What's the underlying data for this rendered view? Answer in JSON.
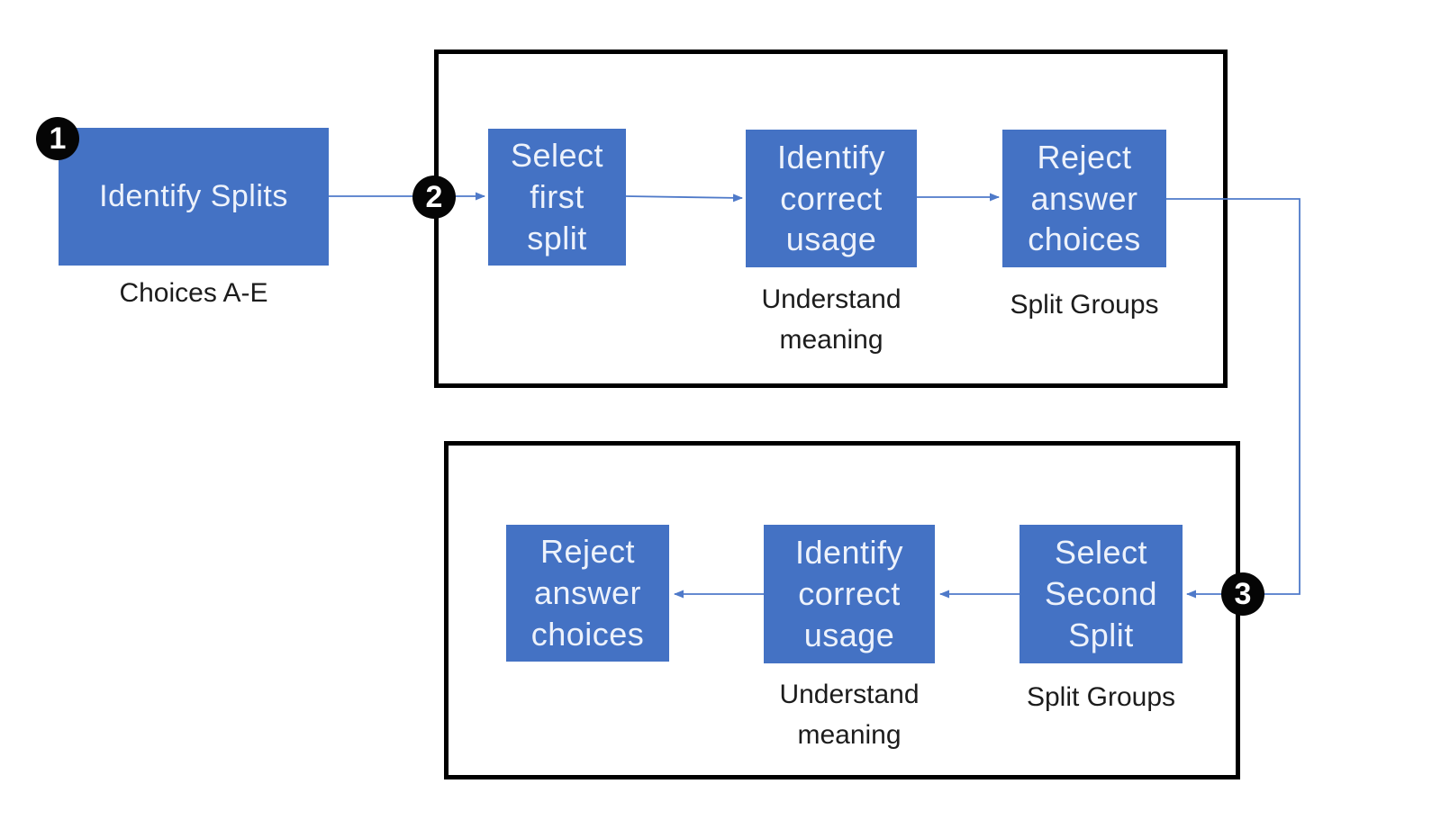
{
  "palette": {
    "box_blue": "#4472C4",
    "box_text": "#EDF2FB",
    "caption_text": "#1C1C1C",
    "connector_blue": "#4F7AC9",
    "frame_border": "#000000",
    "badge_bg": "#050505",
    "badge_text": "#FFFFFF",
    "canvas_bg": "#FFFFFF"
  },
  "flow": {
    "start": {
      "badge": "1",
      "box": "Identify Splits",
      "caption": "Choices A-E"
    },
    "first_split_group": {
      "badge": "2",
      "steps": [
        {
          "box": "Select\nfirst\nsplit",
          "caption": ""
        },
        {
          "box": "Identify\ncorrect\nusage",
          "caption": "Understand\nmeaning"
        },
        {
          "box": "Reject\nanswer\nchoices",
          "caption": "Split Groups"
        }
      ]
    },
    "second_split_group": {
      "badge": "3",
      "steps": [
        {
          "box": "Reject\nanswer\nchoices",
          "caption": ""
        },
        {
          "box": "Identify\ncorrect\nusage",
          "caption": "Understand\nmeaning"
        },
        {
          "box": "Select\nSecond\nSplit",
          "caption": "Split Groups"
        }
      ]
    }
  }
}
